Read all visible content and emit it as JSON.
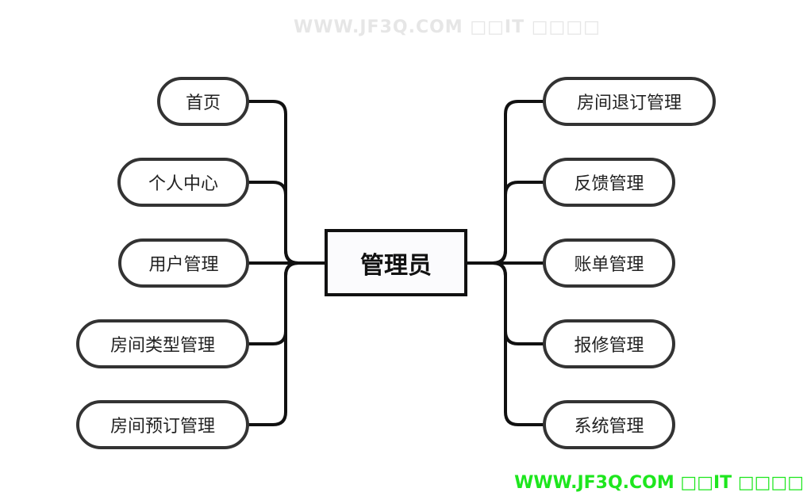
{
  "diagram": {
    "root": "管理员",
    "left": [
      "首页",
      "个人中心",
      "用户管理",
      "房间类型管理",
      "房间预订管理"
    ],
    "right": [
      "房间退订管理",
      "反馈管理",
      "账单管理",
      "报修管理",
      "系统管理"
    ]
  },
  "watermark": "WWW.JF3Q.COM □□IT □□□□",
  "colors": {
    "line": "#111111",
    "node_border": "#333333",
    "footer": "#1ee61e"
  }
}
